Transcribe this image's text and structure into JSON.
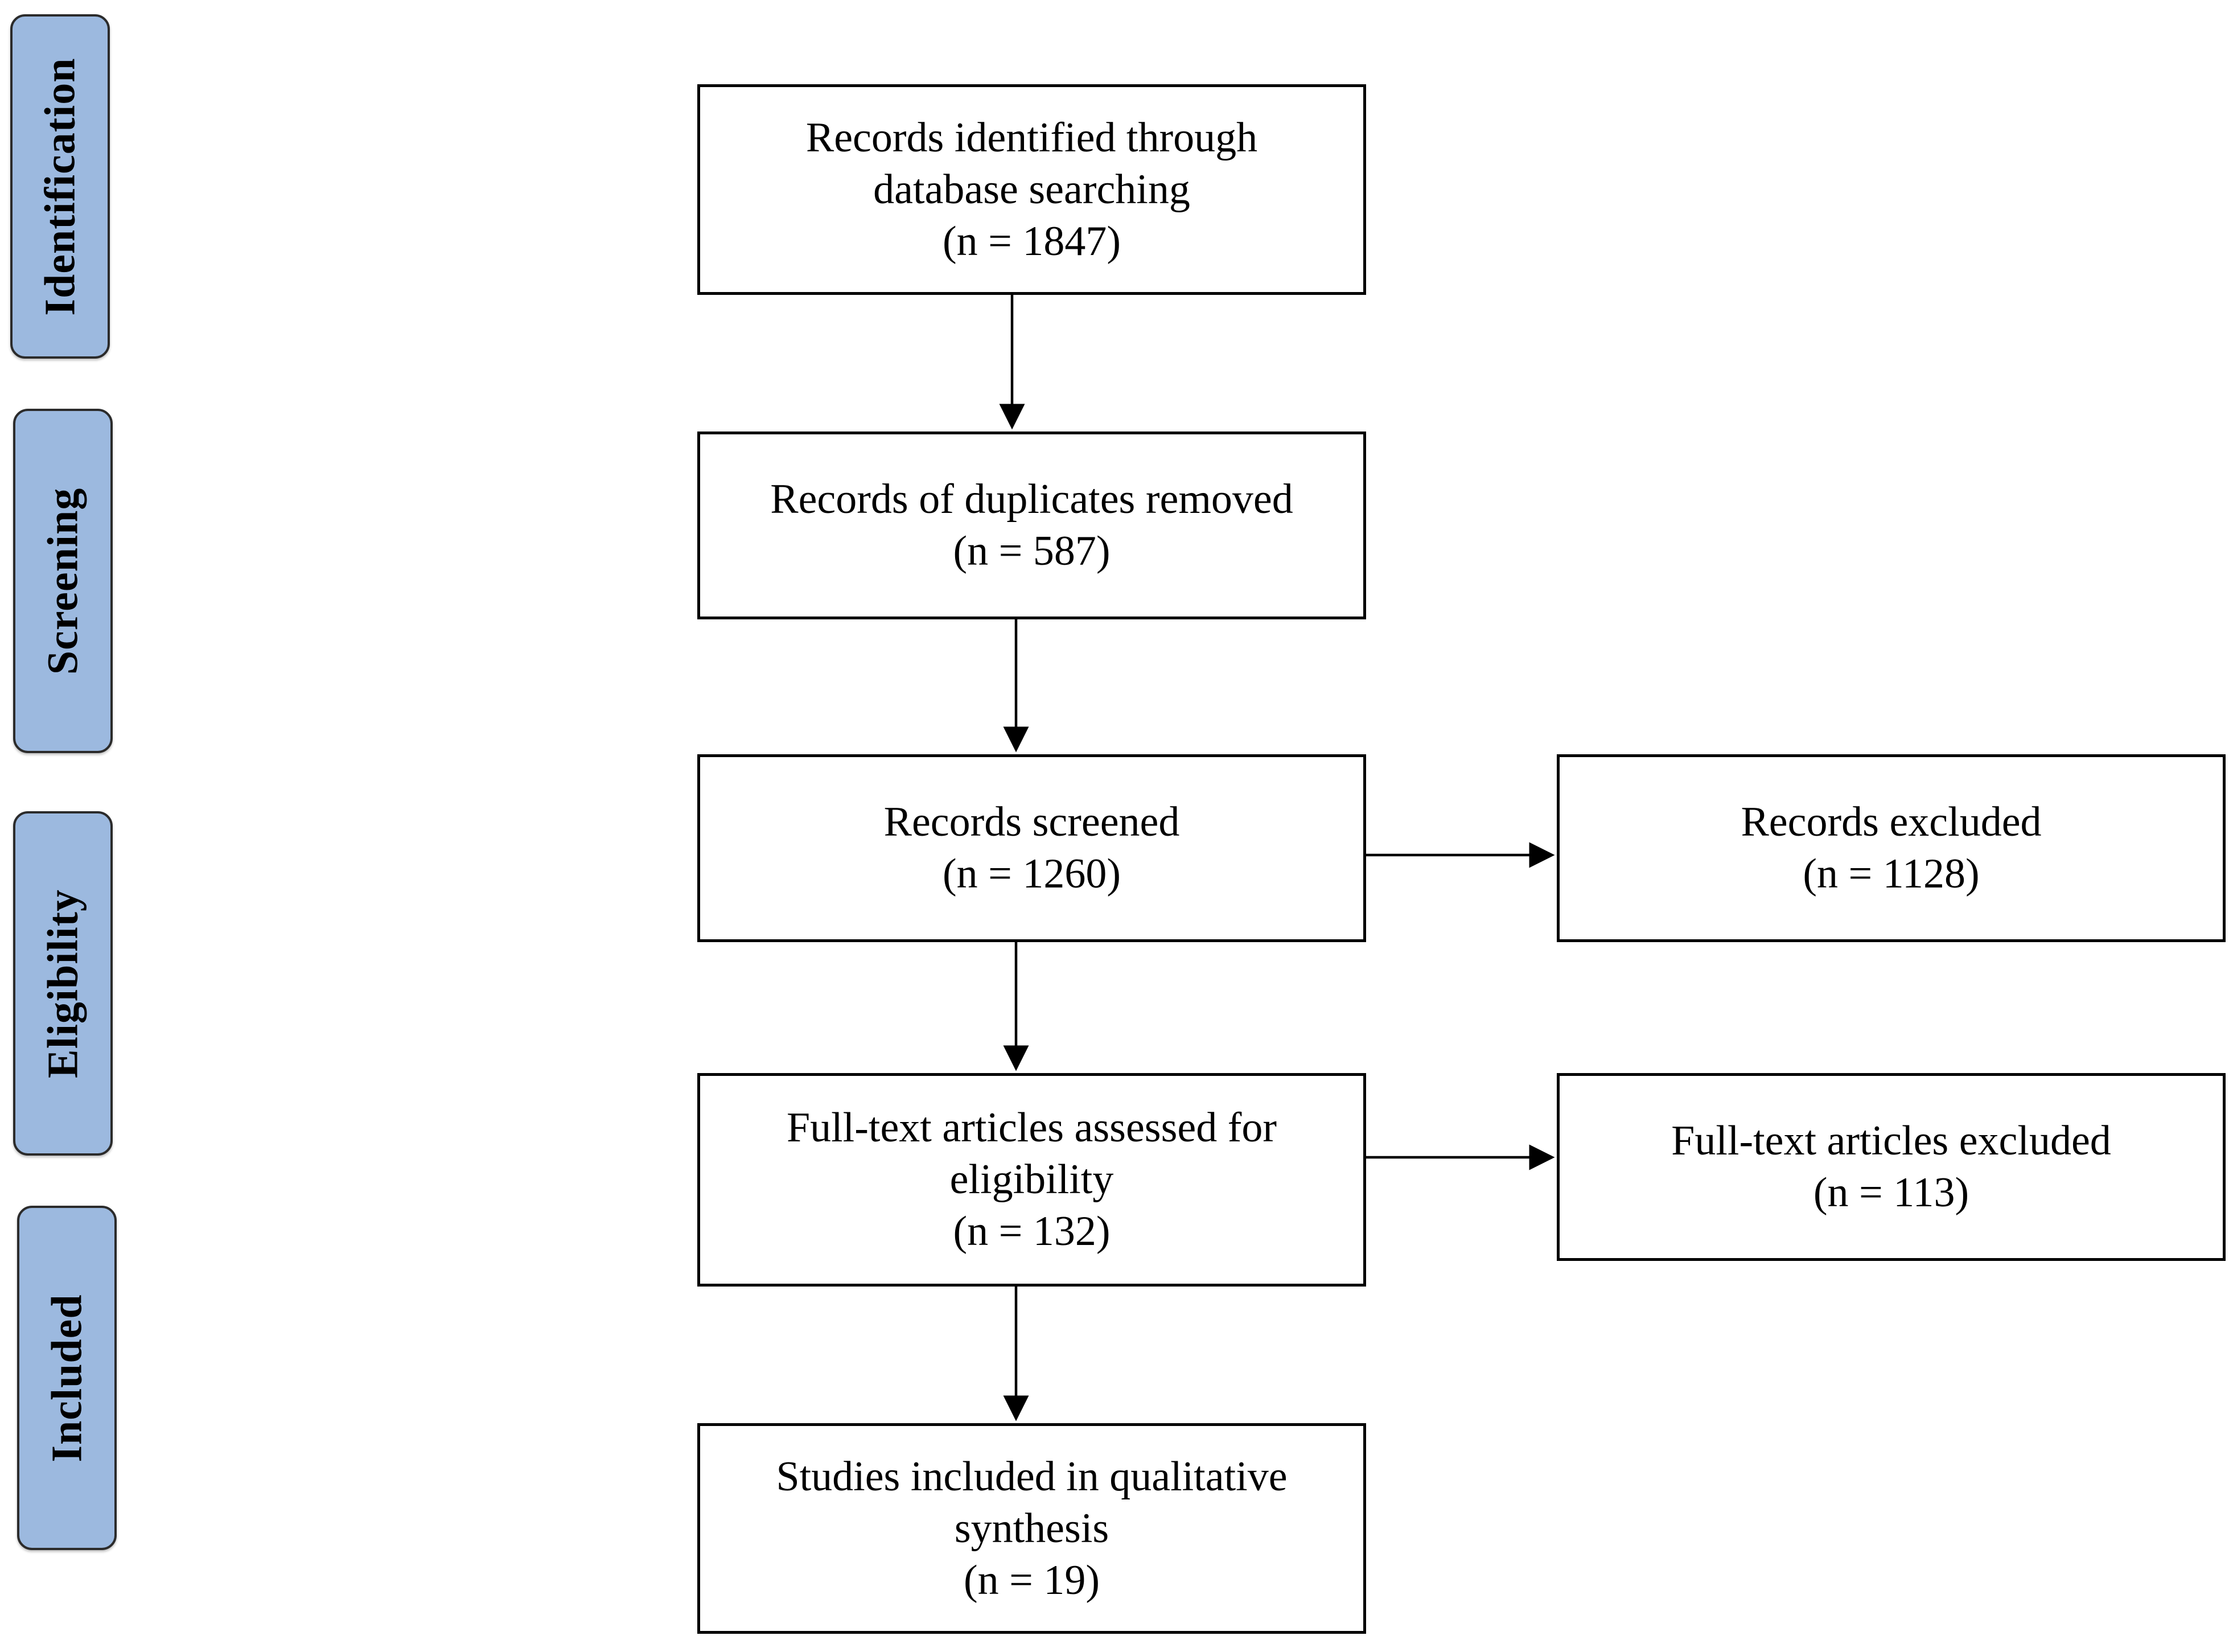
{
  "stages": {
    "identification": "Identification",
    "screening": "Screening",
    "eligibility": "Eligibility",
    "included": "Included"
  },
  "boxes": {
    "identified": {
      "lines": [
        "Records identified through",
        "database searching",
        "(n = 1847)"
      ]
    },
    "duplicates": {
      "lines": [
        "Records of duplicates removed",
        "(n = 587)"
      ]
    },
    "screened": {
      "lines": [
        "Records screened",
        "(n = 1260)"
      ]
    },
    "excluded": {
      "lines": [
        "Records excluded",
        "(n = 1128)"
      ]
    },
    "fulltext": {
      "lines": [
        "Full-text articles assessed for",
        "eligibility",
        "(n = 132)"
      ]
    },
    "fulltext_excluded": {
      "lines": [
        "Full-text articles excluded",
        "(n = 113)"
      ]
    },
    "included": {
      "lines": [
        "Studies included in qualitative",
        "synthesis",
        "(n = 19)"
      ]
    }
  },
  "colors": {
    "stage_fill": "#9cb9df",
    "stage_border": "#2b2b2b",
    "box_border": "#000000",
    "arrow": "#000000"
  }
}
